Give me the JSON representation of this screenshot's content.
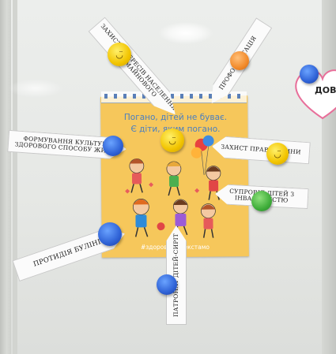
{
  "poster": {
    "title_line1": "Погано, дітей не буває.",
    "title_line2": "Є діти, яким погано.",
    "hashtag": "#здоровіпротекстамо"
  },
  "arrows": {
    "top_left": "ЗАХИСТ ІНТЕРЕСІВ НАСЕЛЕННЯ ПРАВ МАЙНОВОГО",
    "top_right": "ПРОФОРІЄНТАЦІЯ",
    "left": "ФОРМУВАННЯ КУЛЬТУРИ ЗДОРОВОГО СПОСОБУ ЖИТТЯ",
    "right": "ЗАХИСТ ПРАВ ДИТИНИ",
    "right_lower": "СУПРОВІД ДІТЕЙ З ІНВАЛІДНІСТЮ",
    "bottom_left": "ПРОТИДІЯ БУЛІНГУ",
    "bottom": "ПАТРОНАТ ДІТЕЙ-СИРІТ"
  },
  "heart": {
    "text": "ДОВ"
  },
  "magnet_colors": {
    "yellow": "#f2c400",
    "blue": "#2f62d6",
    "green": "#3fae3a",
    "orange": "#f28a2a"
  },
  "poster_color": "#f6c75b"
}
